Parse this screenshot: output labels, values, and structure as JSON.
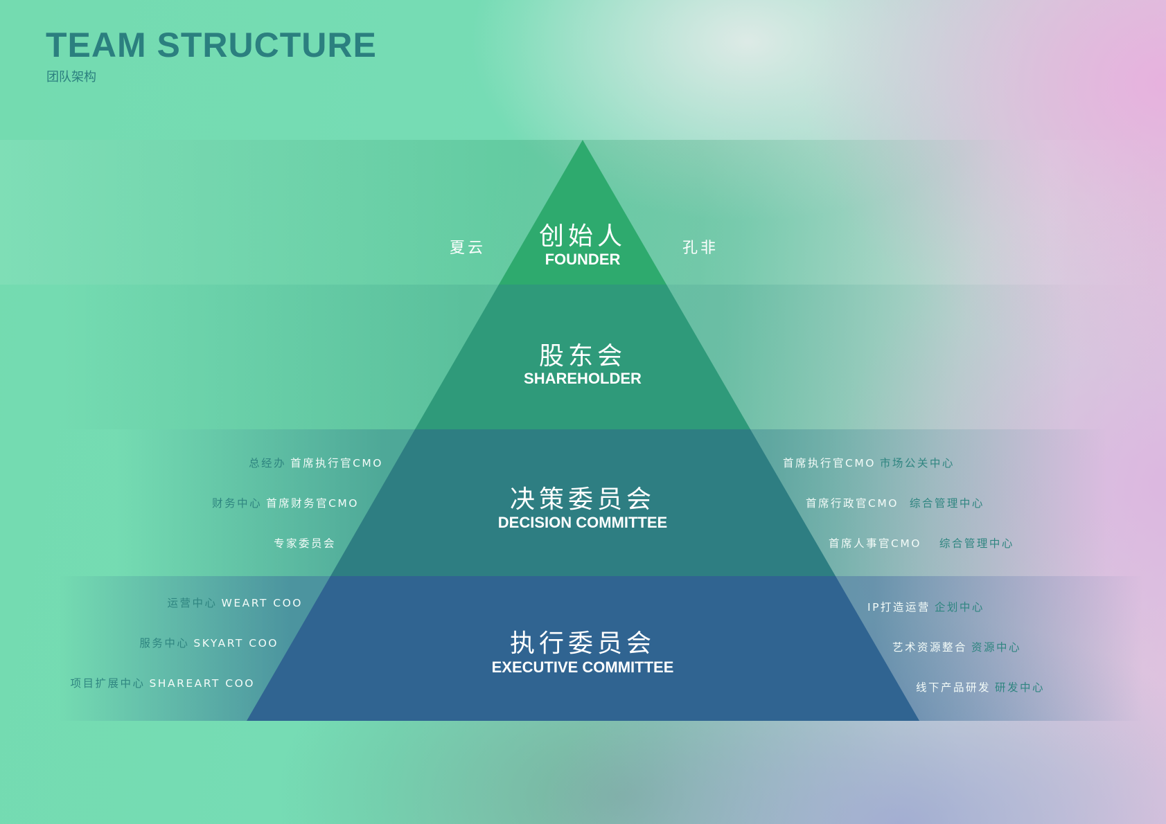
{
  "header": {
    "title": "TEAM STRUCTURE",
    "subtitle": "团队架构"
  },
  "colors": {
    "founder": "#2eaa6e",
    "shareholder": "#2f9a7a",
    "decision": "#2e7e82",
    "executive": "#306491",
    "title": "#2b7f7f"
  },
  "levels": [
    {
      "cn": "创始人",
      "en": "FOUNDER",
      "left": "夏云",
      "right": "孔非"
    },
    {
      "cn": "股东会",
      "en": "SHAREHOLDER"
    },
    {
      "cn": "决策委员会",
      "en": "DECISION COMMITTEE",
      "left_rows": [
        {
          "dept": "总经办",
          "role": "首席执行官CMO"
        },
        {
          "dept": "财务中心",
          "role": "首席财务官CMO"
        },
        {
          "dept": "",
          "role": "专家委员会"
        }
      ],
      "right_rows": [
        {
          "role": "首席执行官CMO",
          "dept": "市场公关中心"
        },
        {
          "role": "首席行政官CMO",
          "dept": "综合管理中心"
        },
        {
          "role": "首席人事官CMO",
          "dept": "综合管理中心"
        }
      ]
    },
    {
      "cn": "执行委员会",
      "en": "EXECUTIVE COMMITTEE",
      "left_rows": [
        {
          "dept": "运营中心",
          "role": "WEART COO"
        },
        {
          "dept": "服务中心",
          "role": "SKYART COO"
        },
        {
          "dept": "项目扩展中心",
          "role": "SHAREART COO"
        }
      ],
      "right_rows": [
        {
          "role": "IP打造运营",
          "dept": "企划中心"
        },
        {
          "role": "艺术资源整合",
          "dept": "资源中心"
        },
        {
          "role": "线下产品研发",
          "dept": "研发中心"
        }
      ]
    }
  ]
}
